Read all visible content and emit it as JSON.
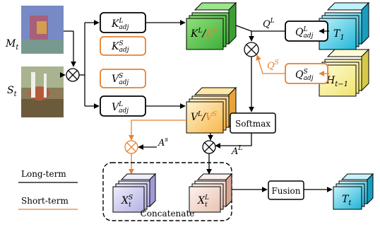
{
  "colors": {
    "black": "#000000",
    "orange": "#e8812e",
    "green": "#5cc84c",
    "orange_card": "#ffd07a",
    "cyan": "#27c2e0",
    "yellow": "#f5ef8e",
    "lavender": "#c8c6ea",
    "pink": "#f1d6cc"
  },
  "inputs": {
    "m_t": {
      "main": "M",
      "sub": "t"
    },
    "s_t": {
      "main": "S",
      "sub": "t"
    },
    "t_1": {
      "main": "T",
      "sub": "1"
    },
    "h_t1": {
      "main": "H",
      "sub": "t−1"
    }
  },
  "boxes": {
    "k_adj_long": {
      "main": "K",
      "sub": "adj",
      "sup": "L"
    },
    "k_adj_short": {
      "main": "K",
      "sub": "adj",
      "sup": "S"
    },
    "v_adj_short": {
      "main": "V",
      "sub": "adj",
      "sup": "S"
    },
    "v_adj_long": {
      "main": "V",
      "sub": "adj",
      "sup": "L"
    },
    "q_adj_long": {
      "main": "Q",
      "sub": "adj",
      "sup": "L"
    },
    "q_adj_short": {
      "main": "Q",
      "sub": "adj",
      "sup": "S"
    },
    "softmax": "Softmax",
    "fusion": "Fusion"
  },
  "features": {
    "k_pair": {
      "left": "K",
      "left_sup": "L",
      "sep": "/",
      "right": "K",
      "right_sup": "S"
    },
    "v_pair": {
      "left": "V",
      "left_sup": "L",
      "sep": "/",
      "right": "V",
      "right_sup": "S"
    },
    "x_short": {
      "main": "X",
      "sub": "t",
      "sup": "S"
    },
    "x_long": {
      "main": "X",
      "sub": "t",
      "sup": "L"
    },
    "t_out": {
      "main": "T",
      "sub": "t"
    }
  },
  "arrow_labels": {
    "q_long": {
      "main": "Q",
      "sup": "L"
    },
    "q_short": {
      "main": "Q",
      "sup": "S"
    },
    "a_short": {
      "main": "A",
      "sup": "s"
    },
    "a_long": {
      "main": "A",
      "sup": "L"
    }
  },
  "legend": {
    "long_term": "Long-term",
    "short_term": "Short-term"
  },
  "group_label": "Concatenate"
}
